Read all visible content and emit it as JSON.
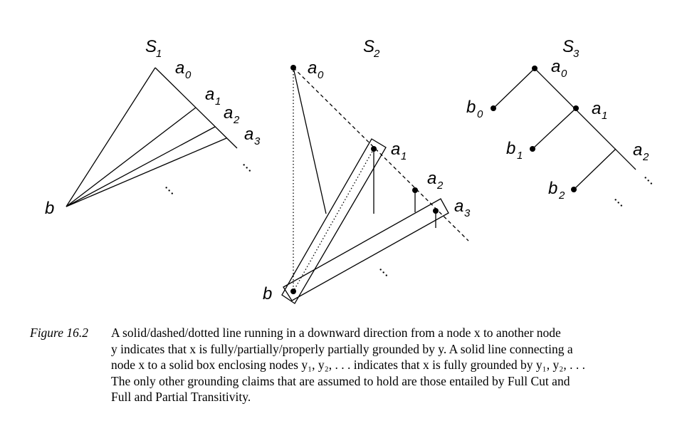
{
  "figure": {
    "s1": {
      "title": "S",
      "title_sub": "1",
      "root": "a",
      "root_sub": "0",
      "a1": "a",
      "a1_sub": "1",
      "a2": "a",
      "a2_sub": "2",
      "a3": "a",
      "a3_sub": "3",
      "leaf": "b",
      "ellipsis": "..."
    },
    "s2": {
      "title": "S",
      "title_sub": "2",
      "root": "a",
      "root_sub": "0",
      "a1": "a",
      "a1_sub": "1",
      "a2": "a",
      "a2_sub": "2",
      "a3": "a",
      "a3_sub": "3",
      "leaf": "b",
      "ellipsis": "..."
    },
    "s3": {
      "title": "S",
      "title_sub": "3",
      "a0": "a",
      "a0_sub": "0",
      "a1": "a",
      "a1_sub": "1",
      "a2": "a",
      "a2_sub": "2",
      "b0": "b",
      "b0_sub": "0",
      "b1": "b",
      "b1_sub": "1",
      "b2": "b",
      "b2_sub": "2",
      "ellipsis": "..."
    }
  },
  "caption": {
    "label": "Figure 16.2",
    "lines": [
      "A solid/dashed/dotted line running in a downward direction from a node x to another node",
      "y indicates that x is fully/partially/properly partially grounded by y. A solid line connecting a",
      "node x to a solid box enclosing nodes y₁, y₂, . . . indicates that x is fully grounded by y₁, y₂, . . .",
      "The only other grounding claims that are assumed to hold are those entailed by Full Cut and",
      "Full and Partial Transitivity."
    ]
  }
}
